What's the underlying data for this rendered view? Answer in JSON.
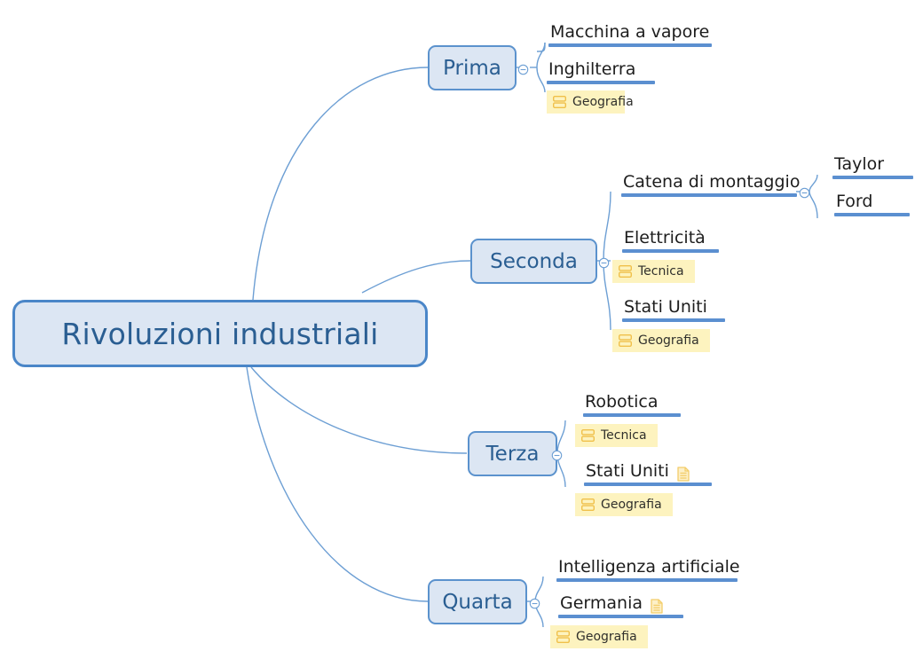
{
  "document": {
    "type": "mind-map",
    "title": "Rivoluzioni industriali",
    "language": "it",
    "background_color": "#ffffff"
  },
  "colors": {
    "node_fill": "#dce6f3",
    "node_border": "#4a86c8",
    "node_text": "#2a5e92",
    "underline": "#5b8fd0",
    "connector": "#6d9fd4",
    "tag_background": "#fdf3bf",
    "tag_icon": "#f0c04a",
    "tag_text": "#30302c",
    "leaf_text": "#1d1d1d",
    "note_icon": "#f3cd6a"
  },
  "central": {
    "label": "Rivoluzioni industriali"
  },
  "branches": [
    {
      "id": "prima",
      "label": "Prima",
      "collapse_icon": "collapse-minus-icon",
      "leaves": [
        {
          "id": "macchina-a-vapore",
          "label": "Macchina a vapore",
          "note": false,
          "tags": []
        },
        {
          "id": "inghilterra",
          "label": "Inghilterra",
          "note": false,
          "tags": [
            {
              "label": "Geografia",
              "icon": "tag-stack-icon"
            }
          ]
        }
      ]
    },
    {
      "id": "seconda",
      "label": "Seconda",
      "collapse_icon": "collapse-minus-icon",
      "leaves": [
        {
          "id": "catena-di-montaggio",
          "label": "Catena di montaggio",
          "note": false,
          "tags": [],
          "collapse_icon": "collapse-minus-icon",
          "children": [
            {
              "id": "taylor",
              "label": "Taylor",
              "note": false,
              "tags": []
            },
            {
              "id": "ford",
              "label": "Ford",
              "note": false,
              "tags": []
            }
          ]
        },
        {
          "id": "elettricita",
          "label": "Elettricità",
          "note": false,
          "tags": [
            {
              "label": "Tecnica",
              "icon": "tag-stack-icon"
            }
          ]
        },
        {
          "id": "stati-uniti-seconda",
          "label": "Stati Uniti",
          "note": false,
          "tags": [
            {
              "label": "Geografia",
              "icon": "tag-stack-icon"
            }
          ]
        }
      ]
    },
    {
      "id": "terza",
      "label": "Terza",
      "collapse_icon": "collapse-minus-icon",
      "leaves": [
        {
          "id": "robotica",
          "label": "Robotica",
          "note": false,
          "tags": [
            {
              "label": "Tecnica",
              "icon": "tag-stack-icon"
            }
          ]
        },
        {
          "id": "stati-uniti-terza",
          "label": "Stati Uniti",
          "note": true,
          "note_icon": "note-document-icon",
          "tags": [
            {
              "label": "Geografia",
              "icon": "tag-stack-icon"
            }
          ]
        }
      ]
    },
    {
      "id": "quarta",
      "label": "Quarta",
      "collapse_icon": "collapse-minus-icon",
      "leaves": [
        {
          "id": "intelligenza-artificiale",
          "label": "Intelligenza artificiale",
          "note": false,
          "tags": []
        },
        {
          "id": "germania",
          "label": "Germania",
          "note": true,
          "note_icon": "note-document-icon",
          "tags": [
            {
              "label": "Geografia",
              "icon": "tag-stack-icon"
            }
          ]
        }
      ]
    }
  ]
}
